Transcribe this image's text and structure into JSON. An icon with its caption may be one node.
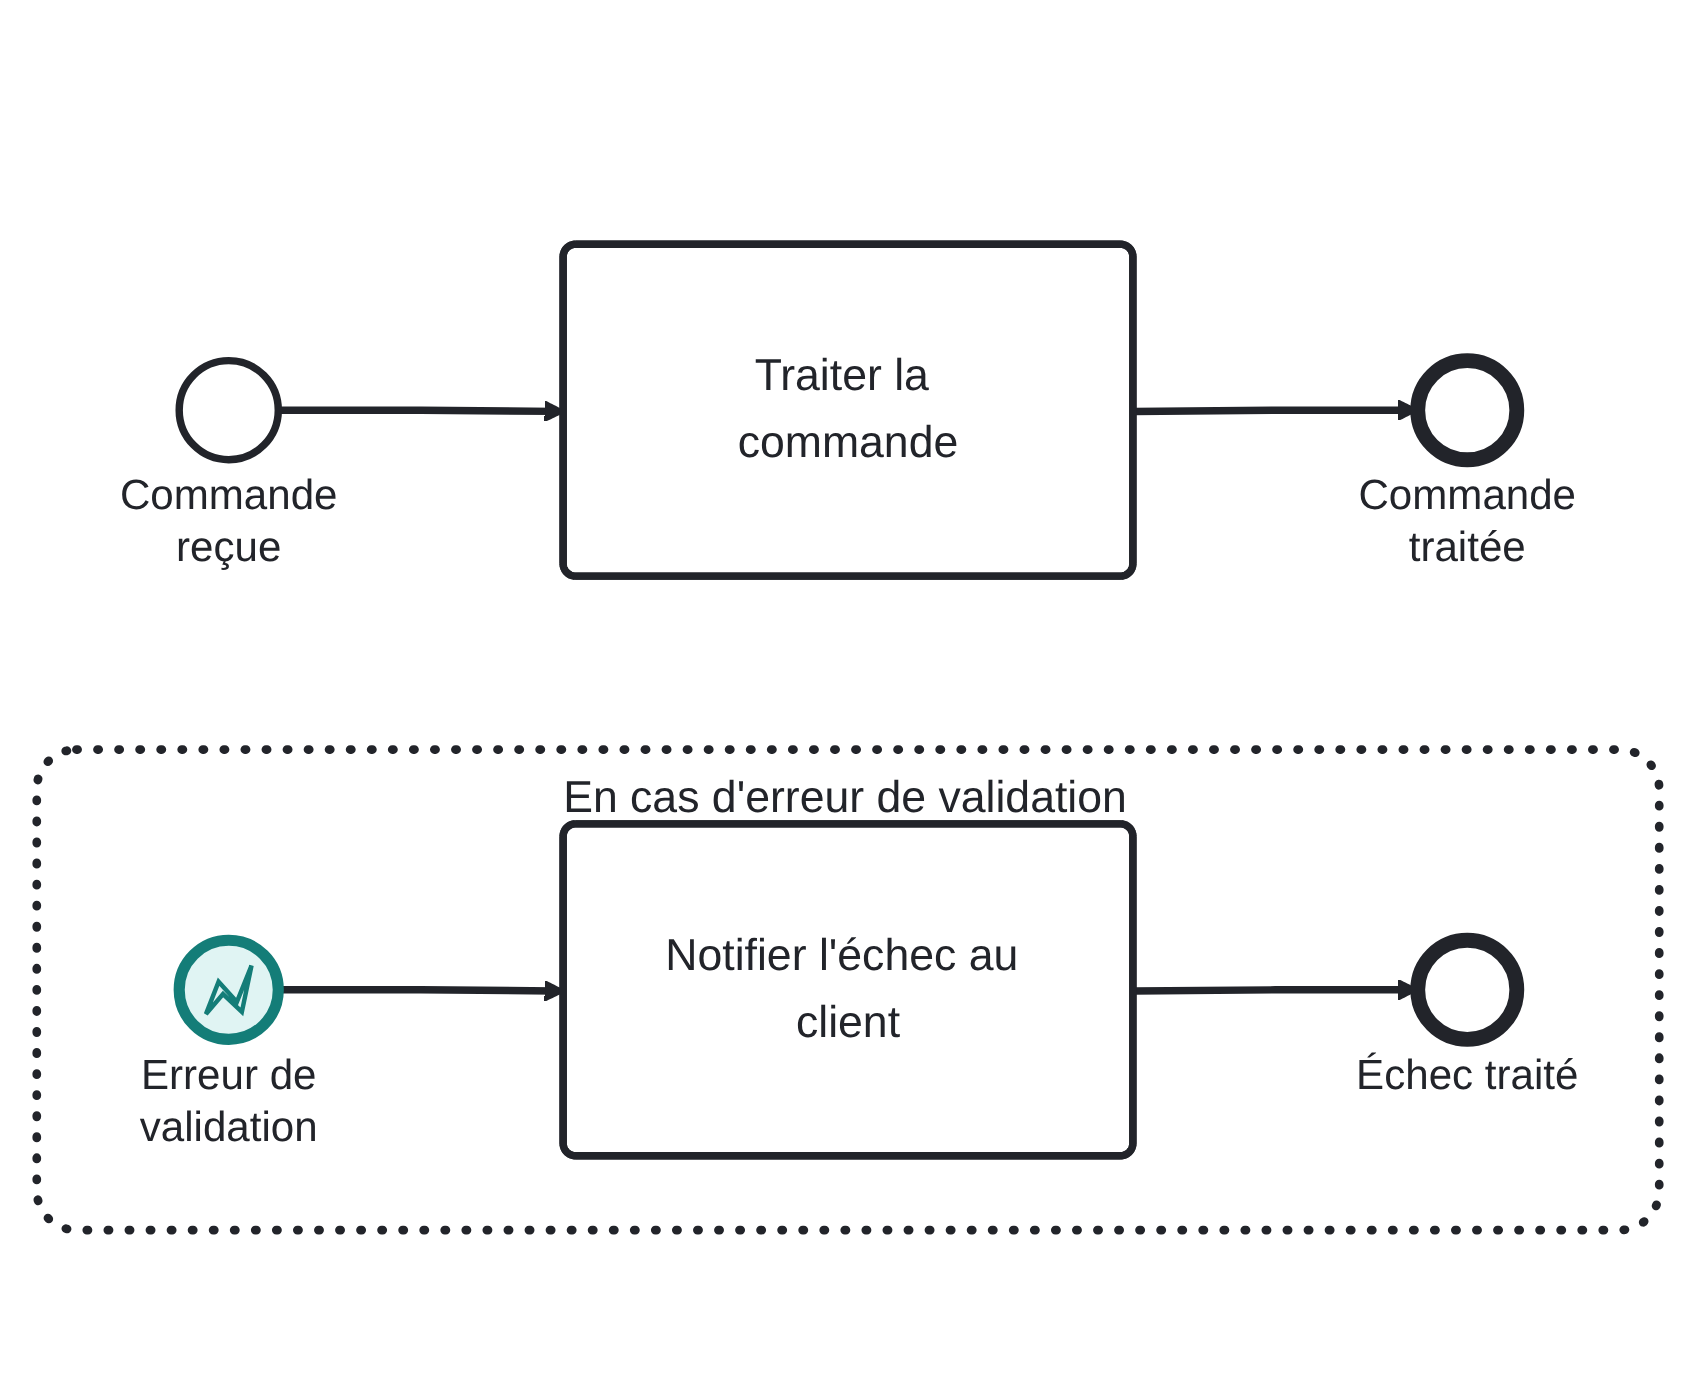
{
  "diagram": {
    "nodes": [
      {
        "text": [],
        "shape": "circle",
        "beside": [
          "Commande reçue"
        ]
      },
      {
        "text": [
          "Traiter la commande"
        ]
      },
      {
        "text": [],
        "shape": "circle",
        "beside": [
          "Commande traitée"
        ]
      },
      {
        "text": [
          "En cas d'erreur de validation"
        ]
      },
      {
        "text": [],
        "shape": "circle",
        "beside": [
          "Erreur de validation"
        ],
        "in": 3
      },
      {
        "text": [
          "Notifier l'échec au client"
        ],
        "in": 3
      },
      {
        "text": [],
        "shape": "circle",
        "beside": [
          "Échec traité"
        ],
        "in": 3
      }
    ],
    "edges": [
      {
        "from": 0,
        "to": 1,
        "arrow": "to"
      },
      {
        "from": 1,
        "to": 2,
        "arrow": "to"
      },
      {
        "from": 4,
        "to": 5,
        "arrow": "to"
      },
      {
        "from": 5,
        "to": 6,
        "arrow": "to"
      }
    ]
  }
}
